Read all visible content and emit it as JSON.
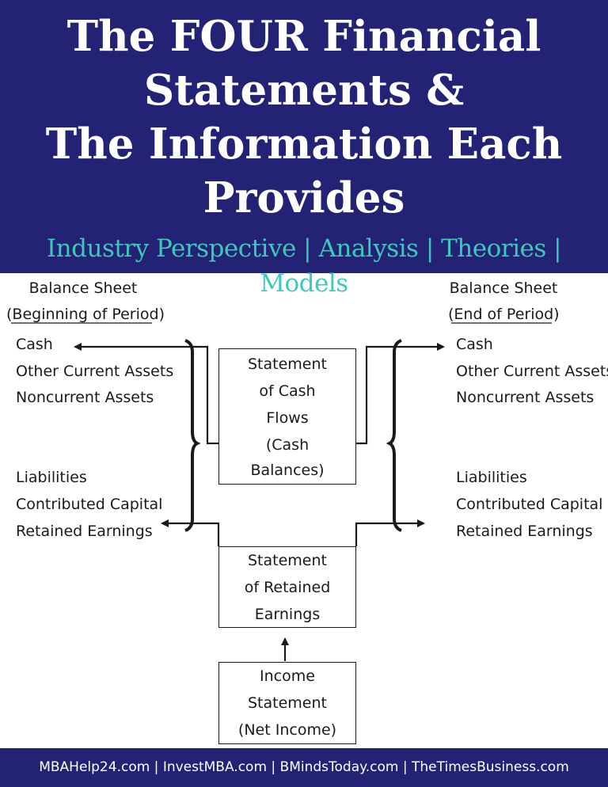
{
  "header": {
    "title_lines": [
      "The FOUR Financial",
      "Statements &",
      "The Information Each",
      "Provides"
    ],
    "subtitle": "Industry Perspective | Analysis | Theories | Models"
  },
  "diagram": {
    "left": {
      "heading": [
        "Balance Sheet",
        "(Beginning of Period)"
      ],
      "assets": [
        "Cash",
        "Other Current Assets",
        "Noncurrent Assets"
      ],
      "equities": [
        "Liabilities",
        "Contributed Capital",
        "Retained Earnings"
      ]
    },
    "right": {
      "heading": [
        "Balance Sheet",
        "(End of Period)"
      ],
      "assets": [
        "Cash",
        "Other Current Assets",
        "Noncurrent Assets"
      ],
      "equities": [
        "Liabilities",
        "Contributed Capital",
        "Retained Earnings"
      ]
    },
    "cash_flows": [
      "Statement",
      "of Cash",
      "Flows",
      "(Cash",
      "Balances)"
    ],
    "retained_earnings": [
      "Statement",
      "of Retained",
      "Earnings"
    ],
    "income": [
      "Income",
      "Statement",
      "(Net Income)"
    ]
  },
  "footer": {
    "text": "MBAHelp24.com | InvestMBA.com | BMindsToday.com | TheTimesBusiness.com"
  },
  "colors": {
    "header_bg": "#232274",
    "subtitle": "#3ec7bb",
    "ink": "#1a1a1a"
  }
}
